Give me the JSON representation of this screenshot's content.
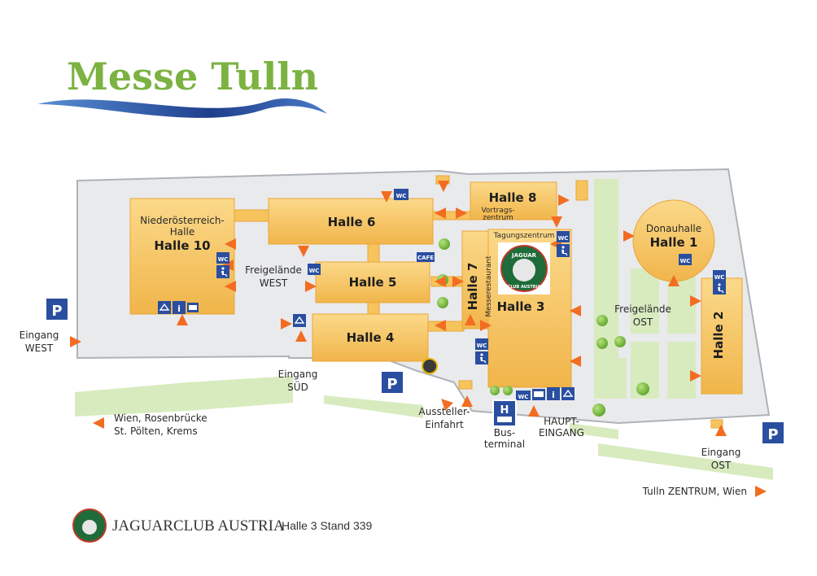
{
  "title": "Messe Tulln",
  "colors": {
    "title": "#7bb241",
    "wave_dark": "#1e3f8c",
    "wave_light": "#5a8fd6",
    "hall_fill": "#f7c35c",
    "hall_edge": "#e9a53a",
    "ground": "#e9eaec",
    "ground_edge": "#aeb3b8",
    "green_area": "#d8ebbf",
    "arrow": "#f26d21",
    "blue_badge": "#2a4ea0",
    "tree": "#7cc23e"
  },
  "halls": {
    "halle1": "Halle 1",
    "halle1_sub": "Donauhalle",
    "halle2": "Halle 2",
    "halle3": "Halle 3",
    "halle4": "Halle 4",
    "halle5": "Halle 5",
    "halle6": "Halle 6",
    "halle7": "Halle 7",
    "halle7_sub": "Messerestaurant",
    "halle8": "Halle 8",
    "halle8_sub1": "Vortrags-",
    "halle8_sub2": "zentrum",
    "halle10": "Halle 10",
    "halle10_sub1": "Niederösterreich-",
    "halle10_sub2": "Halle",
    "tagungszentrum": "Tagungszentrum"
  },
  "areas": {
    "freigelaende_west_1": "Freigelände",
    "freigelaende_west_2": "WEST",
    "freigelaende_ost_1": "Freigelände",
    "freigelaende_ost_2": "OST"
  },
  "entrances": {
    "west_1": "Eingang",
    "west_2": "WEST",
    "sued_1": "Eingang",
    "sued_2": "SÜD",
    "ost_1": "Eingang",
    "ost_2": "OST",
    "haupt_1": "HAUPT-",
    "haupt_2": "EINGANG",
    "aussteller_1": "Aussteller-",
    "aussteller_2": "Einfahrt",
    "bus_1": "Bus-",
    "bus_2": "terminal"
  },
  "directions": {
    "west_1": "Wien, Rosenbrücke",
    "west_2": "St. Pölten, Krems",
    "east": "Tulln ZENTRUM, Wien"
  },
  "icons": {
    "parking_label": "P",
    "wc_label": "WC",
    "cafe_label": "CAFE",
    "bus_label": "H",
    "info_label": "i"
  },
  "club": {
    "name": "JAGUARCLUB AUSTRIA",
    "stand": "Halle 3 Stand 339",
    "logo_word": "JAGUAR",
    "logo_sub": "CLUB AUSTRIA"
  }
}
